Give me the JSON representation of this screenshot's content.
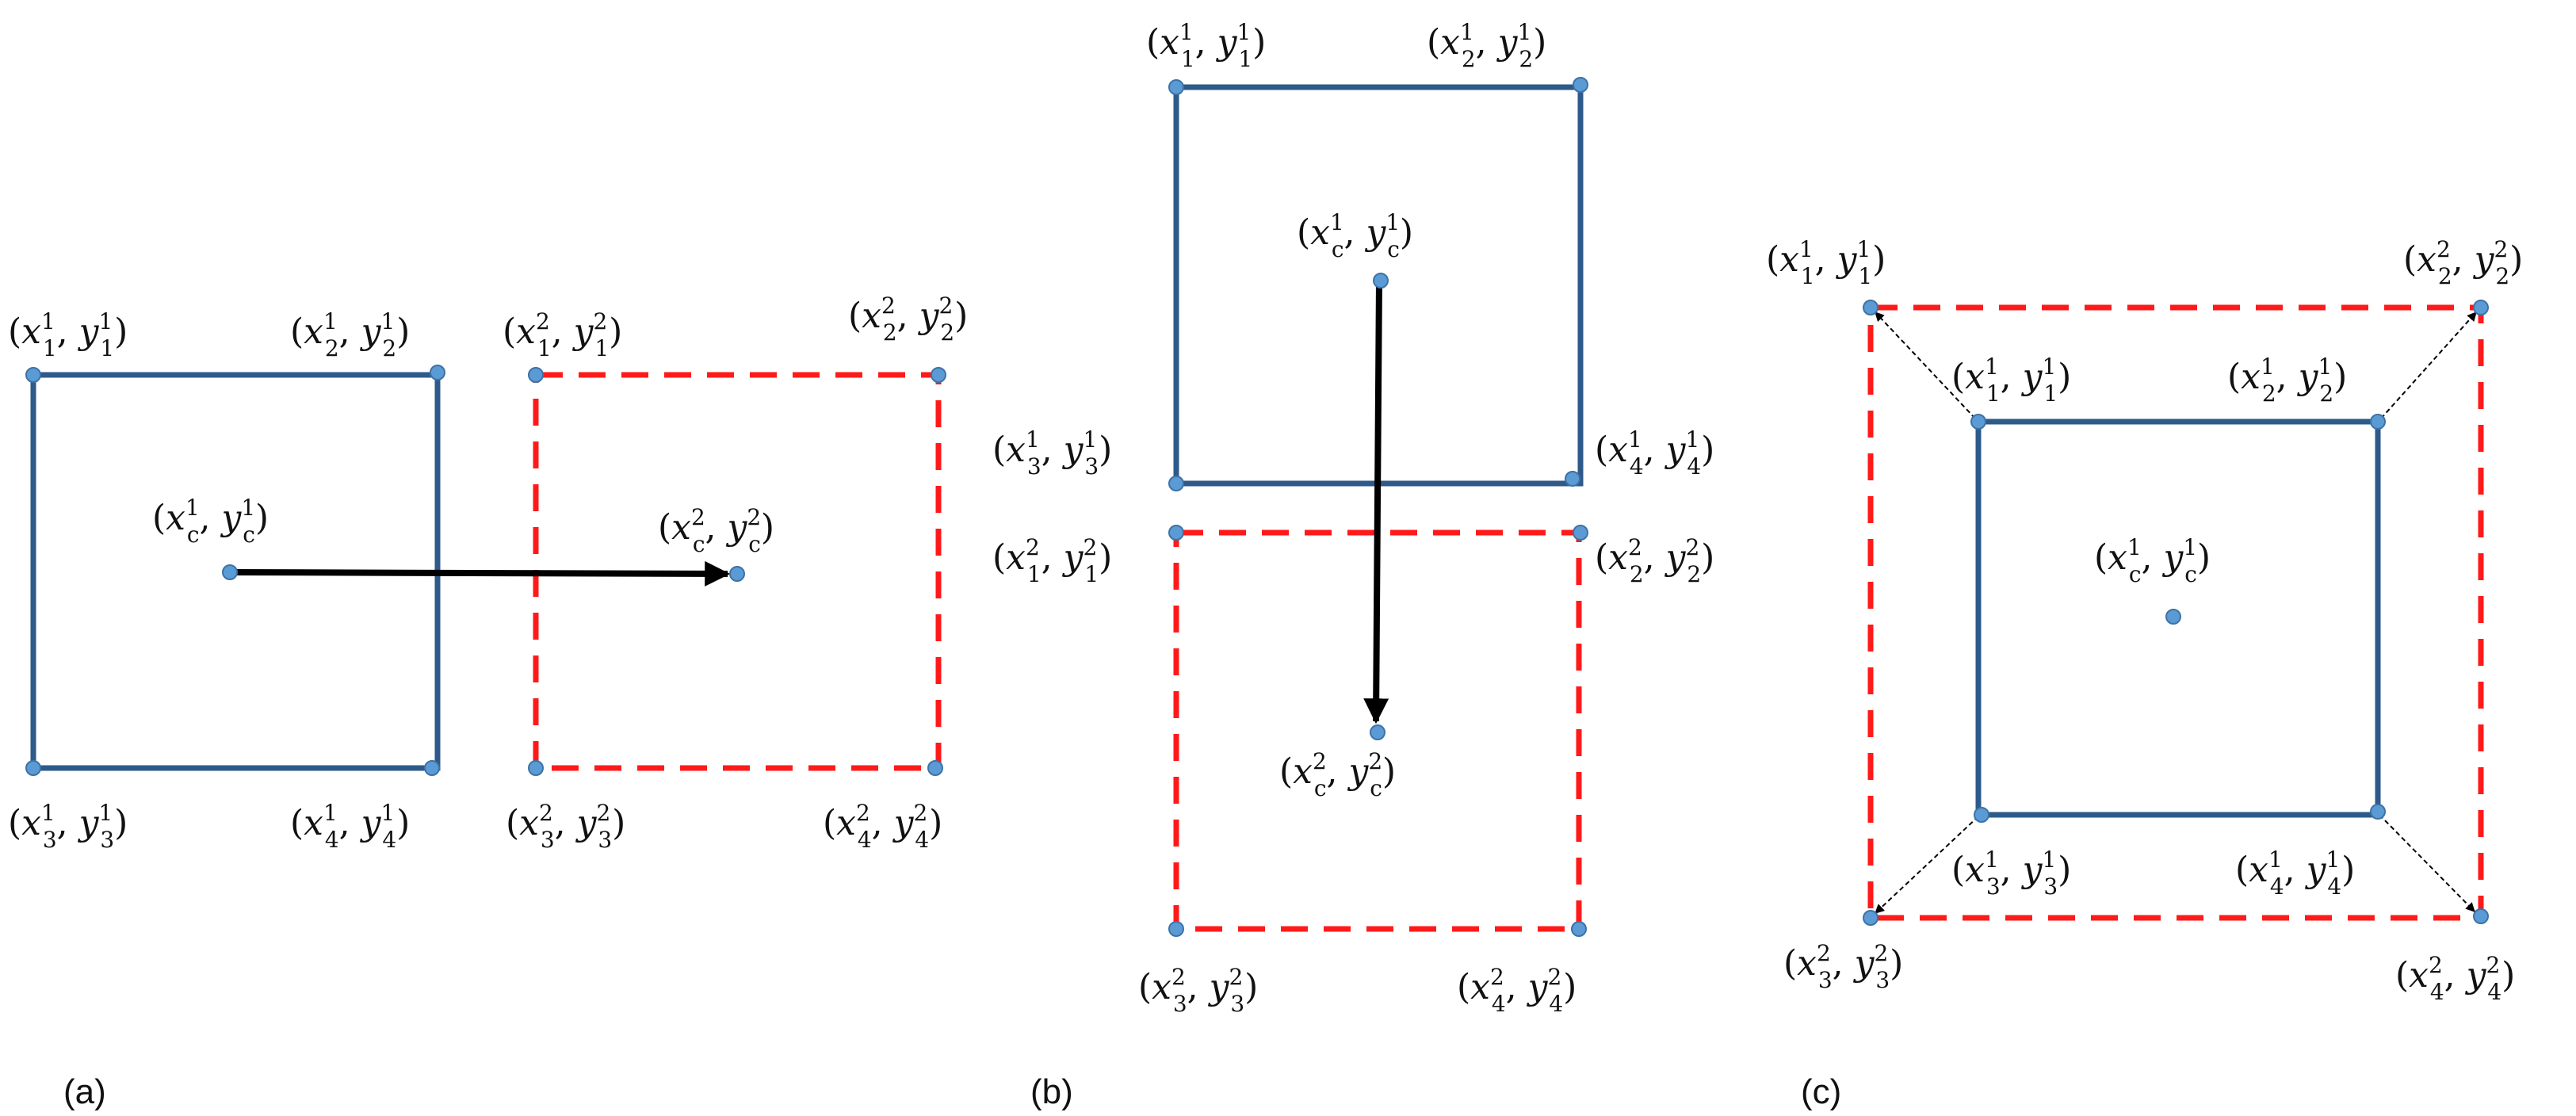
{
  "colors": {
    "original_box": "#2d5a8a",
    "transformed_box": "#ff1a1a",
    "vertex": "#5b9bd5",
    "vertex_edge": "#3d72a6",
    "arrow": "#000000"
  },
  "panels": [
    {
      "caption": "(a)",
      "labels": [
        {
          "v": "x",
          "vsup": "1",
          "vsub": "1",
          "w": "y",
          "wsup": "1",
          "wsub": "1"
        },
        {
          "v": "x",
          "vsup": "1",
          "vsub": "2",
          "w": "y",
          "wsup": "1",
          "wsub": "2"
        },
        {
          "v": "x",
          "vsup": "2",
          "vsub": "1",
          "w": "y",
          "wsup": "2",
          "wsub": "1"
        },
        {
          "v": "x",
          "vsup": "2",
          "vsub": "2",
          "w": "y",
          "wsup": "2",
          "wsub": "2"
        },
        {
          "v": "x",
          "vsup": "1",
          "vsub": "c",
          "w": "y",
          "wsup": "1",
          "wsub": "c"
        },
        {
          "v": "x",
          "vsup": "2",
          "vsub": "c",
          "w": "y",
          "wsup": "2",
          "wsub": "c"
        },
        {
          "v": "x",
          "vsup": "1",
          "vsub": "3",
          "w": "y",
          "wsup": "1",
          "wsub": "3"
        },
        {
          "v": "x",
          "vsup": "1",
          "vsub": "4",
          "w": "y",
          "wsup": "1",
          "wsub": "4"
        },
        {
          "v": "x",
          "vsup": "2",
          "vsub": "3",
          "w": "y",
          "wsup": "2",
          "wsub": "3"
        },
        {
          "v": "x",
          "vsup": "2",
          "vsub": "4",
          "w": "y",
          "wsup": "2",
          "wsub": "4"
        }
      ]
    },
    {
      "caption": "(b)",
      "labels": [
        {
          "v": "x",
          "vsup": "1",
          "vsub": "1",
          "w": "y",
          "wsup": "1",
          "wsub": "1"
        },
        {
          "v": "x",
          "vsup": "1",
          "vsub": "2",
          "w": "y",
          "wsup": "1",
          "wsub": "2"
        },
        {
          "v": "x",
          "vsup": "1",
          "vsub": "c",
          "w": "y",
          "wsup": "1",
          "wsub": "c"
        },
        {
          "v": "x",
          "vsup": "1",
          "vsub": "3",
          "w": "y",
          "wsup": "1",
          "wsub": "3"
        },
        {
          "v": "x",
          "vsup": "1",
          "vsub": "4",
          "w": "y",
          "wsup": "1",
          "wsub": "4"
        },
        {
          "v": "x",
          "vsup": "2",
          "vsub": "1",
          "w": "y",
          "wsup": "2",
          "wsub": "1"
        },
        {
          "v": "x",
          "vsup": "2",
          "vsub": "2",
          "w": "y",
          "wsup": "2",
          "wsub": "2"
        },
        {
          "v": "x",
          "vsup": "2",
          "vsub": "c",
          "w": "y",
          "wsup": "2",
          "wsub": "c"
        },
        {
          "v": "x",
          "vsup": "2",
          "vsub": "3",
          "w": "y",
          "wsup": "2",
          "wsub": "3"
        },
        {
          "v": "x",
          "vsup": "2",
          "vsub": "4",
          "w": "y",
          "wsup": "2",
          "wsub": "4"
        }
      ]
    },
    {
      "caption": "(c)",
      "labels": [
        {
          "v": "x",
          "vsup": "1",
          "vsub": "1",
          "w": "y",
          "wsup": "1",
          "wsub": "1"
        },
        {
          "v": "x",
          "vsup": "2",
          "vsub": "2",
          "w": "y",
          "wsup": "2",
          "wsub": "2"
        },
        {
          "v": "x",
          "vsup": "1",
          "vsub": "1",
          "w": "y",
          "wsup": "1",
          "wsub": "1"
        },
        {
          "v": "x",
          "vsup": "1",
          "vsub": "2",
          "w": "y",
          "wsup": "1",
          "wsub": "2"
        },
        {
          "v": "x",
          "vsup": "1",
          "vsub": "c",
          "w": "y",
          "wsup": "1",
          "wsub": "c"
        },
        {
          "v": "x",
          "vsup": "1",
          "vsub": "3",
          "w": "y",
          "wsup": "1",
          "wsub": "3"
        },
        {
          "v": "x",
          "vsup": "1",
          "vsub": "4",
          "w": "y",
          "wsup": "1",
          "wsub": "4"
        },
        {
          "v": "x",
          "vsup": "2",
          "vsub": "3",
          "w": "y",
          "wsup": "2",
          "wsub": "3"
        },
        {
          "v": "x",
          "vsup": "2",
          "vsub": "4",
          "w": "y",
          "wsup": "2",
          "wsub": "4"
        }
      ]
    }
  ]
}
